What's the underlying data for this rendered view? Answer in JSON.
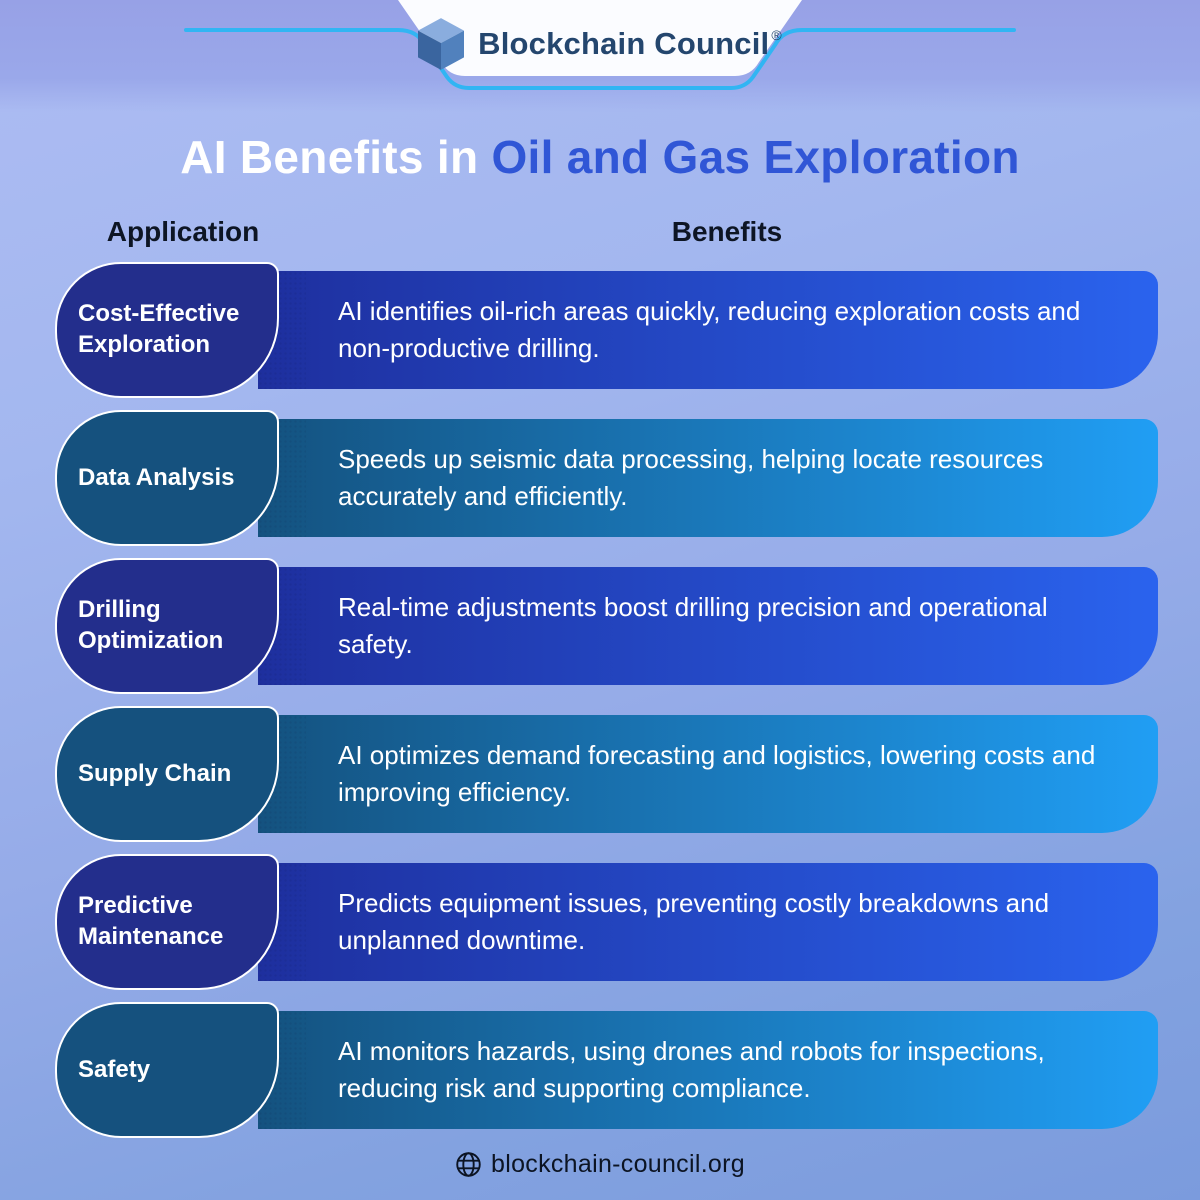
{
  "brand": {
    "logo_icon": "cube-icon",
    "logo_text": "Blockchain Council",
    "registered_mark": "®"
  },
  "title": {
    "prefix": "AI Benefits in ",
    "highlight": "Oil and Gas Exploration"
  },
  "columns": {
    "application": "Application",
    "benefits": "Benefits"
  },
  "rows": [
    {
      "variant": "indigo",
      "application": "Cost-Effective Exploration",
      "benefit": "AI identifies oil-rich areas quickly, reducing exploration costs and non-productive drilling."
    },
    {
      "variant": "teal",
      "application": "Data Analysis",
      "benefit": "Speeds up seismic data processing, helping locate resources accurately and efficiently."
    },
    {
      "variant": "indigo",
      "application": "Drilling Optimization",
      "benefit": "Real-time adjustments boost drilling precision and operational safety."
    },
    {
      "variant": "teal",
      "application": "Supply Chain",
      "benefit": "AI optimizes demand forecasting and logistics, lowering costs and improving efficiency."
    },
    {
      "variant": "indigo",
      "application": "Predictive Maintenance",
      "benefit": "Predicts equipment issues, preventing costly breakdowns and unplanned downtime."
    },
    {
      "variant": "teal",
      "application": "Safety",
      "benefit": "AI monitors hazards, using drones and robots for inspections, reducing risk and supporting compliance."
    }
  ],
  "footer": {
    "icon": "globe-icon",
    "url": "blockchain-council.org"
  },
  "colors": {
    "title_highlight": "#3056d6",
    "indigo_pill": "#232e8c",
    "indigo_bar_start": "#1e2f9e",
    "indigo_bar_end": "#2a63ee",
    "teal_pill": "#15517e",
    "teal_bar_start": "#14527f",
    "teal_bar_end": "#209ef4",
    "accent_line": "#31b5f3"
  }
}
